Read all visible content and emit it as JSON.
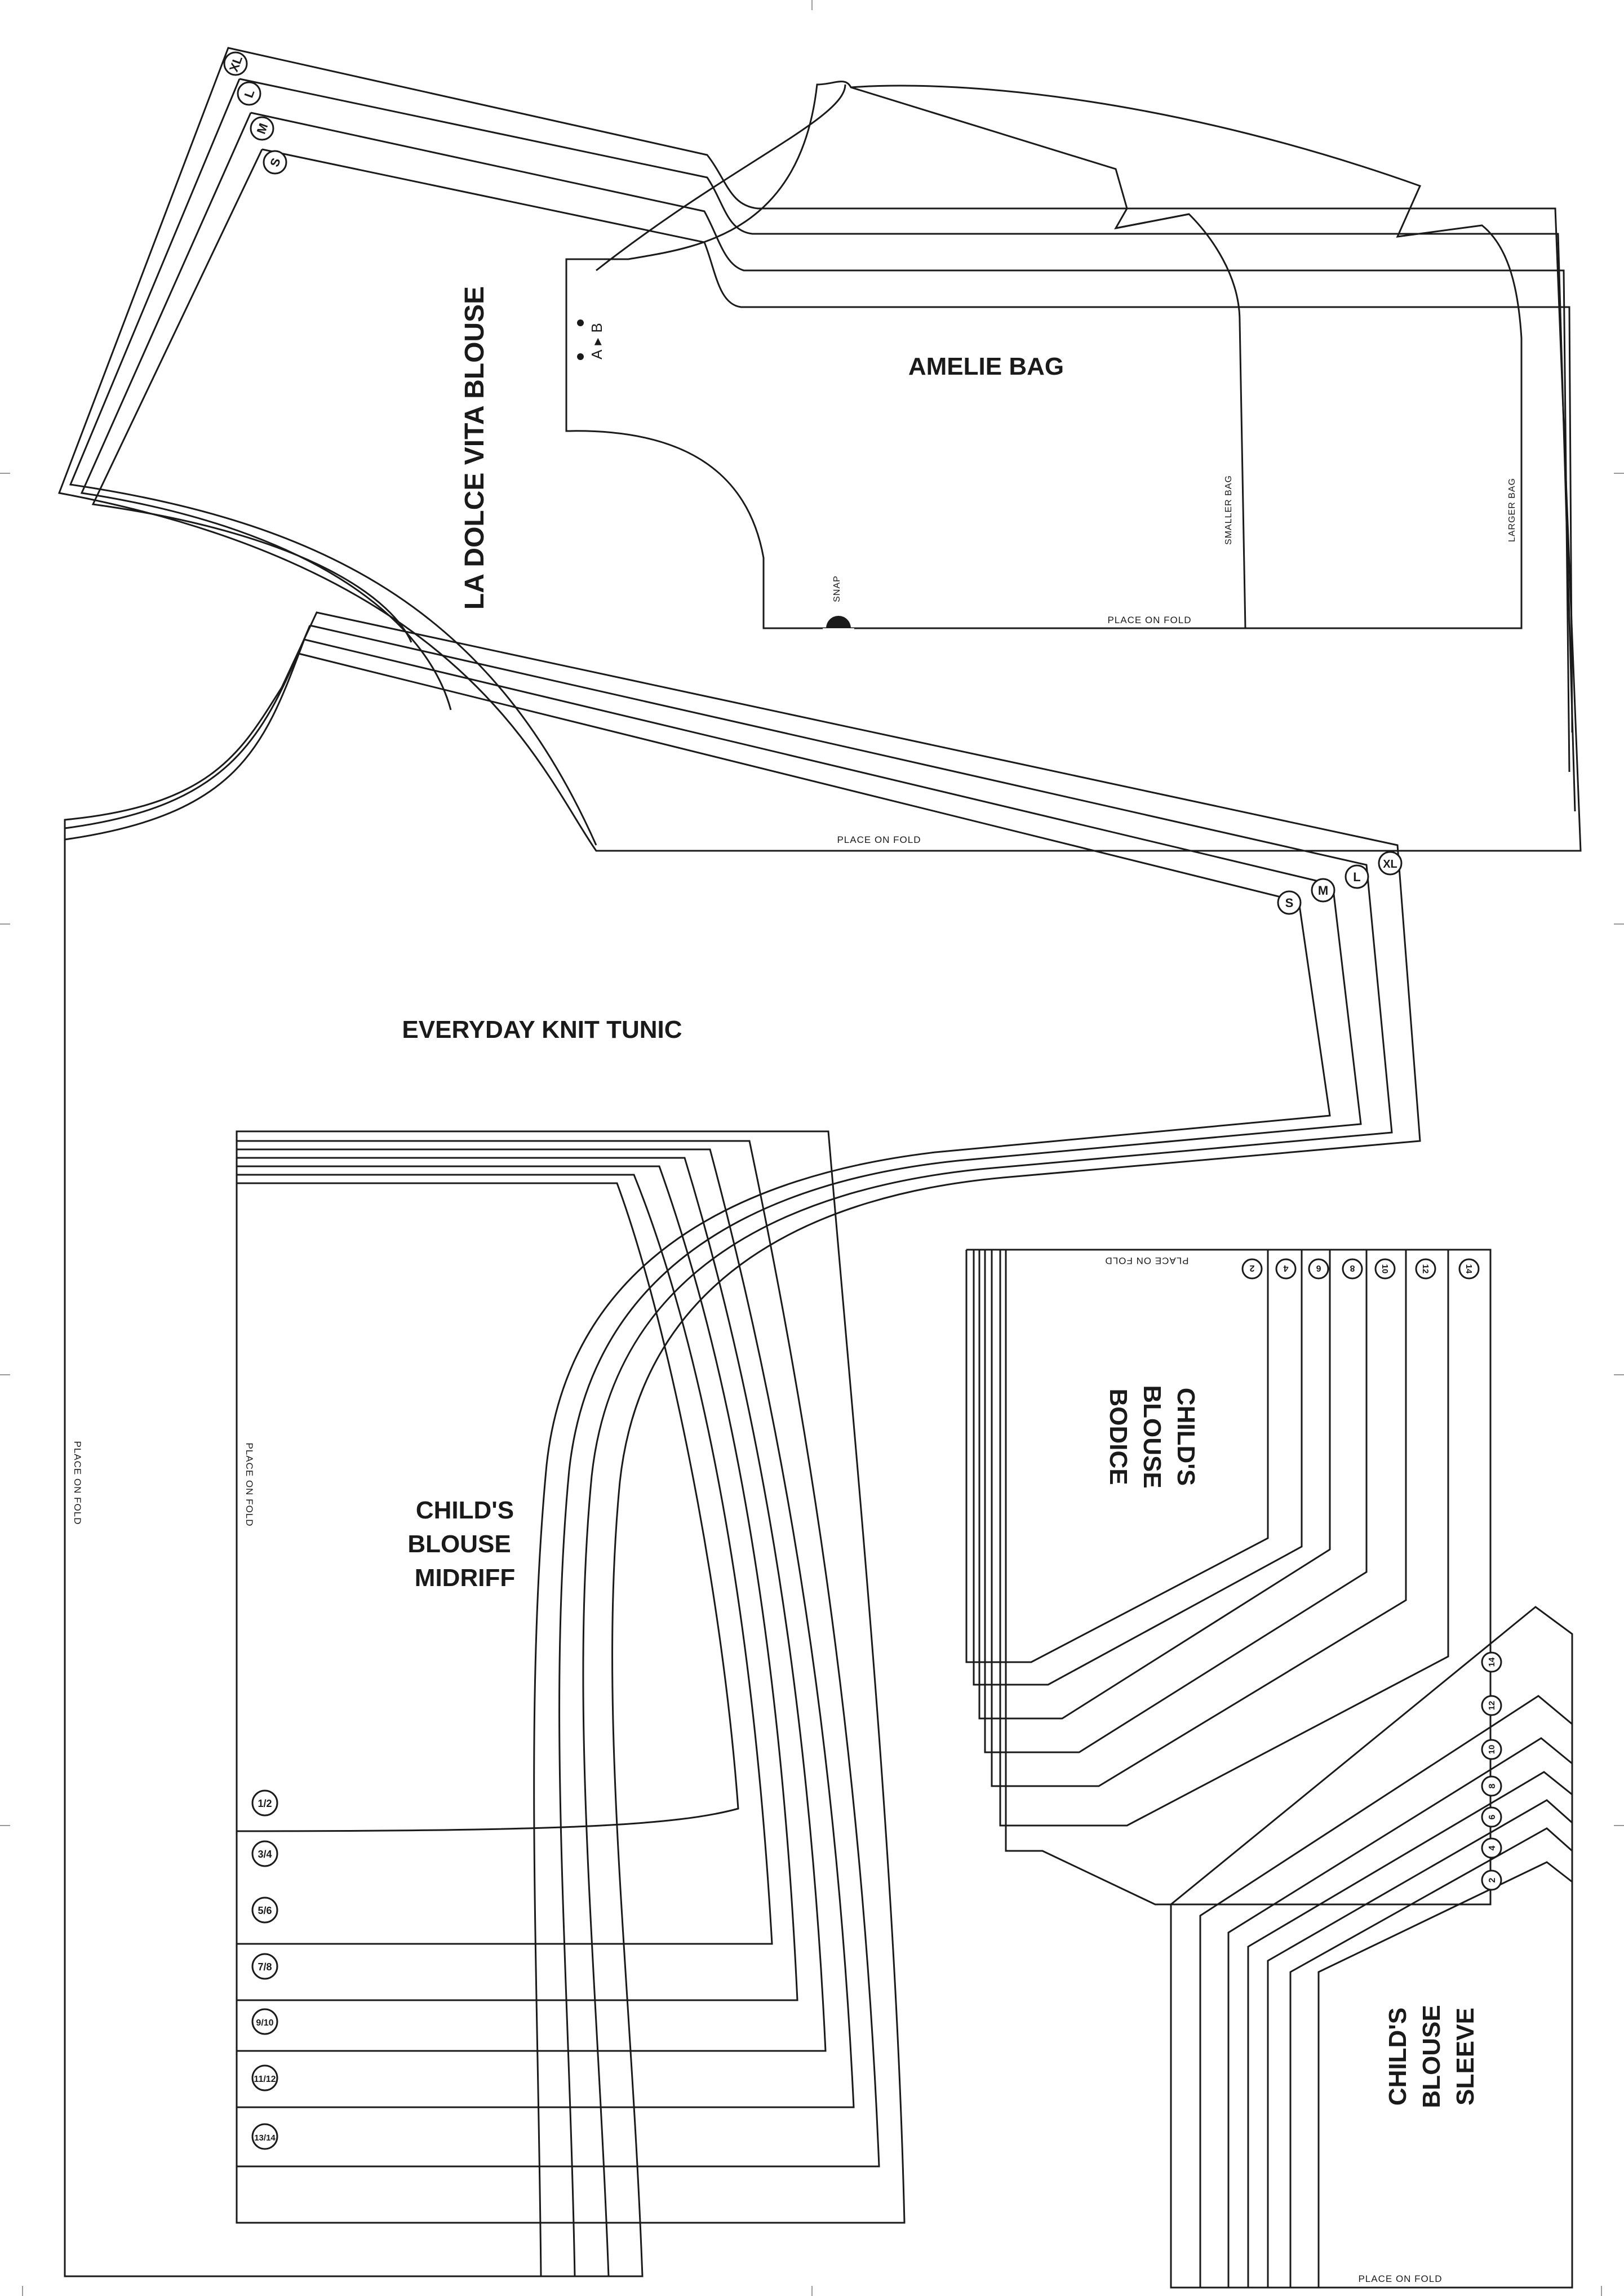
{
  "pieces": {
    "blouse": {
      "title": "LA DOLCE VITA BLOUSE",
      "sizes": [
        "XL",
        "L",
        "M",
        "S"
      ]
    },
    "bag": {
      "title": "AMELIE BAG",
      "snap_label": "SNAP",
      "ab_label": "A ▸ B",
      "smaller_label": "SMALLER BAG",
      "larger_label": "LARGER BAG",
      "fold_label": "PLACE ON FOLD"
    },
    "tunic": {
      "title": "EVERYDAY KNIT TUNIC",
      "fold_top": "PLACE ON FOLD",
      "fold_side": "PLACE ON FOLD",
      "sizes": [
        "S",
        "M",
        "L",
        "XL"
      ]
    },
    "midriff": {
      "title_lines": [
        "CHILD'S",
        "BLOUSE",
        "MIDRIFF"
      ],
      "fold_label": "PLACE ON FOLD",
      "sizes": [
        "1/2",
        "3/4",
        "5/6",
        "7/8",
        "9/10",
        "11/12",
        "13/14"
      ]
    },
    "bodice": {
      "title_lines": [
        "CHILD'S",
        "BLOUSE",
        "BODICE"
      ],
      "fold_label": "PLACE ON FOLD",
      "sizes": [
        "2",
        "4",
        "6",
        "8",
        "10",
        "12",
        "14"
      ]
    },
    "sleeve": {
      "title_lines": [
        "CHILD'S",
        "BLOUSE",
        "SLEEVE"
      ],
      "fold_label": "PLACE ON FOLD",
      "sizes": [
        "14",
        "12",
        "10",
        "8",
        "6",
        "4",
        "2"
      ]
    }
  }
}
